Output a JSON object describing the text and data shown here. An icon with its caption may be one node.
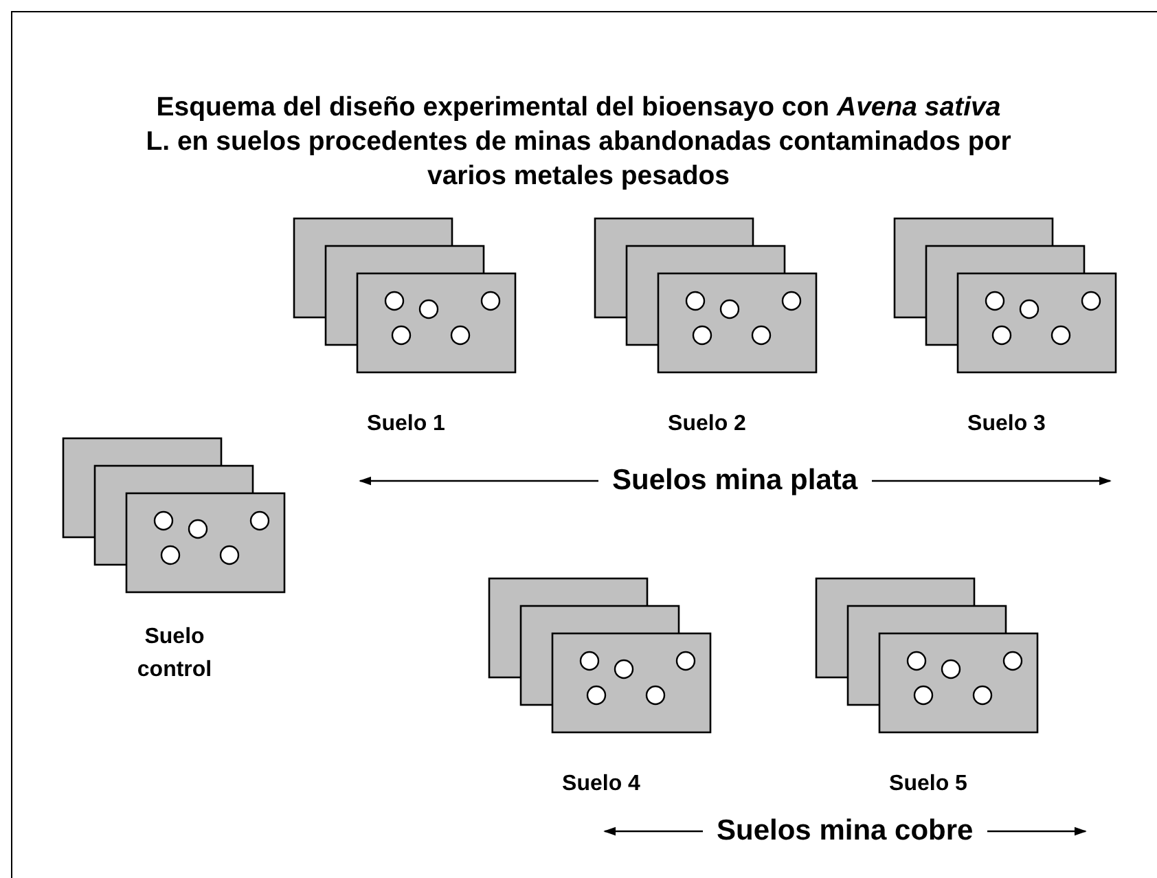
{
  "diagram": {
    "title": "Esquema del diseño experimental del bioensayo con *Avena sativa* L. en suelos procedentes de minas abandonadas contaminados por varios metales pesados",
    "nodes": [
      {
        "text": [],
        "shape": "picture",
        "beside": [
          "Suelo 1"
        ]
      },
      {
        "text": [],
        "shape": "picture",
        "beside": [
          "Suelo 2"
        ]
      },
      {
        "text": [],
        "shape": "picture",
        "beside": [
          "Suelo 3"
        ]
      },
      {
        "text": [],
        "shape": "picture",
        "beside": [
          "Suelo control"
        ]
      },
      {
        "text": [],
        "shape": "picture",
        "beside": [
          "Suelo 4"
        ]
      },
      {
        "text": [],
        "shape": "picture",
        "beside": [
          "Suelo 5"
        ]
      }
    ],
    "edges": [],
    "labels": [
      "Suelos mina plata",
      "Suelos mina cobre"
    ]
  }
}
